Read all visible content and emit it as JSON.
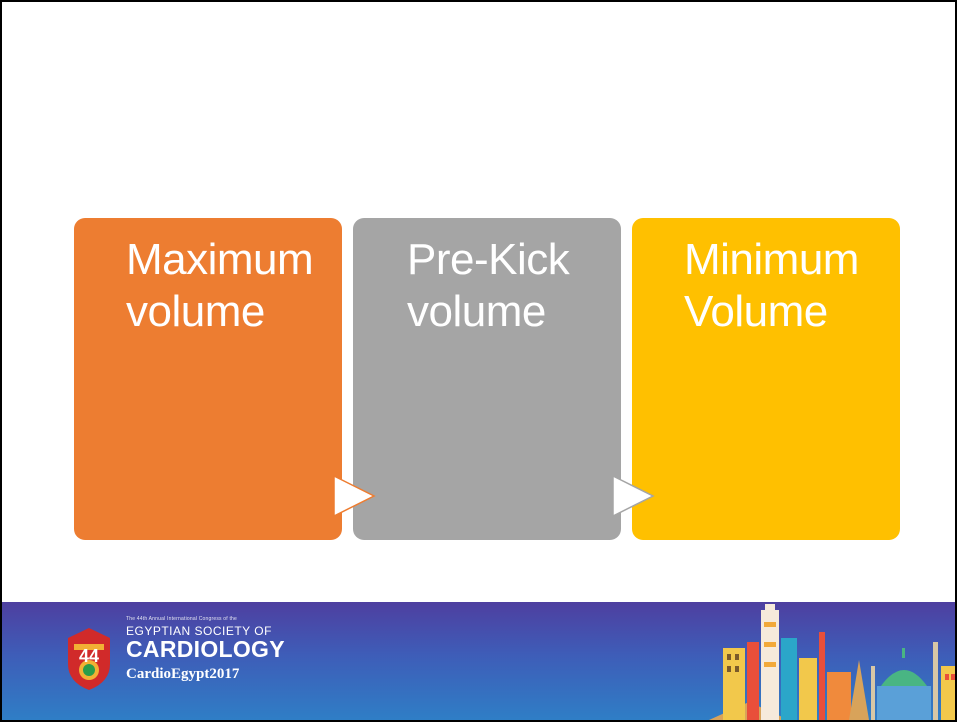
{
  "boxes": [
    {
      "line1": "Maximum",
      "line2": "volume"
    },
    {
      "line1": "Pre-Kick",
      "line2": "volume"
    },
    {
      "line1": "Minimum",
      "line2": "Volume"
    }
  ],
  "footer": {
    "congress_line": "The 44th Annual International Congress of the",
    "society_line": "EGYPTIAN SOCIETY OF",
    "cardiology_line": "CARDIOLOGY",
    "event_line": "CardioEgypt2017",
    "emblem_number": "44"
  },
  "colors": {
    "box1": "#ed7d31",
    "box2": "#a5a5a5",
    "box3": "#ffc000",
    "footer_top": "#4e3fa0",
    "footer_bottom": "#2f7ec6"
  }
}
